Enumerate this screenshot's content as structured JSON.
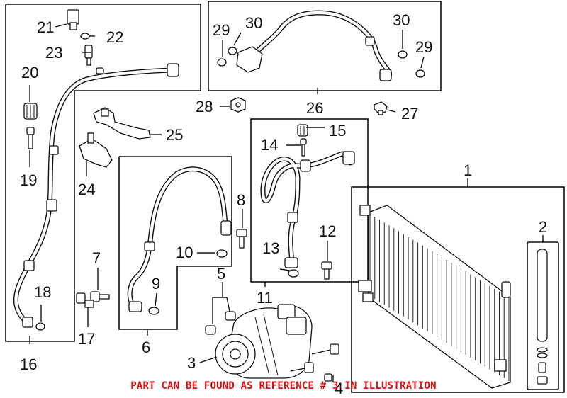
{
  "footer_note": "PART CAN BE FOUND AS REFERENCE # 3 IN ILLUSTRATION",
  "callouts": {
    "c1": "1",
    "c2": "2",
    "c3": "3",
    "c4": "4",
    "c5": "5",
    "c6": "6",
    "c7": "7",
    "c8": "8",
    "c9": "9",
    "c10": "10",
    "c11": "11",
    "c12": "12",
    "c13": "13",
    "c14": "14",
    "c15": "15",
    "c16": "16",
    "c17": "17",
    "c18": "18",
    "c19": "19",
    "c20": "20",
    "c21": "21",
    "c22": "22",
    "c23": "23",
    "c24": "24",
    "c25": "25",
    "c26": "26",
    "c27": "27",
    "c28": "28",
    "c29a": "29",
    "c29b": "29",
    "c30a": "30",
    "c30b": "30"
  },
  "colors": {
    "line": "#111111",
    "footer": "#e01010",
    "background": "#ffffff"
  }
}
